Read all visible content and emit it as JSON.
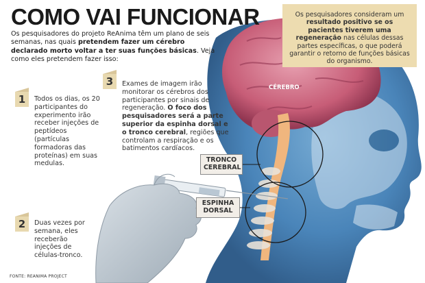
{
  "title": "COMO VAI FUNCIONAR",
  "intro": {
    "part1": "Os pesquisadores do projeto ReAnima têm um plano de seis semanas, nas quais ",
    "bold": "pretendem fazer um cérebro declarado morto voltar a ter suas funções básicas",
    "part2": ". Veja como eles pretendem fazer isso:"
  },
  "callout": {
    "part1": "Os pesquisadores consideram um ",
    "bold": "resultado positivo se os pacientes tiverem uma regeneração",
    "part2": " nas células dessas partes específicas, o que poderá garantir o retorno de funções básicas do organismo."
  },
  "steps": [
    {
      "number": "1",
      "text": "Todos os dias, os 20 participantes do experimento irão receber injeções de peptídeos (partículas formadoras das proteínas) em suas medulas."
    },
    {
      "number": "2",
      "text": "Duas vezes por semana, eles receberão injeções de células-tronco."
    },
    {
      "number": "3",
      "part1": "Exames de imagem irão monitorar os cérebros dos participantes por sinais de regeneração. ",
      "bold": "O foco dos pesquisadores será a parte superior da espinha dorsal e o tronco cerebral",
      "part2": ", regiões que controlam a respiração e os batimentos cardíacos."
    }
  ],
  "labels": {
    "brain": "CÉREBRO",
    "brainstem": "TRONCO CEREBRAL",
    "spine": "ESPINHA DORSAL"
  },
  "source": "FONTE: REANIMA PROJECT",
  "colors": {
    "callout_bg": "#eddcb0",
    "number_bg": "#e8d9b0",
    "head_blue": "#2e6da4",
    "brain_pink": "#c9637a",
    "glove": "#c7d0d8"
  }
}
